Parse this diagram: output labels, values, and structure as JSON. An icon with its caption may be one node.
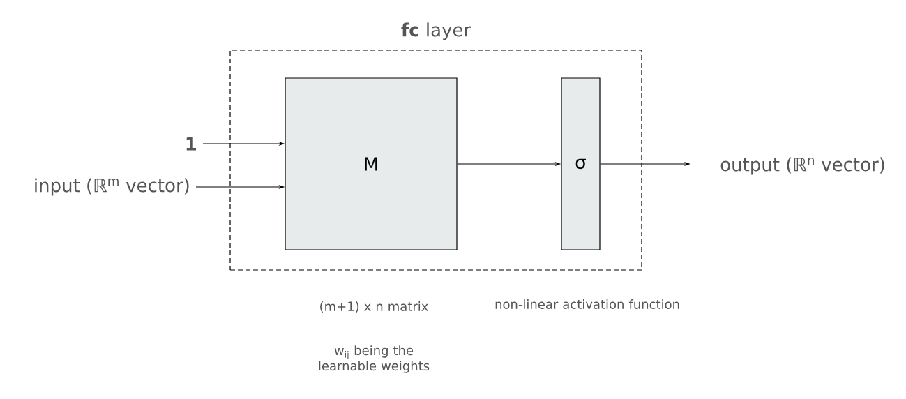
{
  "diagram": {
    "nodes": [
      {
        "text": [
          "**fc** layer"
        ]
      },
      {
        "text": [
          "M"
        ],
        "in": 0,
        "beside": [
          "(m+1) x n matrix",
          "w$_{ij}$ being the learnable weights"
        ]
      },
      {
        "text": [
          "σ"
        ],
        "in": 0,
        "beside": [
          "non-linear activation function"
        ]
      },
      {
        "text": [
          "1"
        ]
      },
      {
        "text": [
          "input  (ℝ$^{m}$ vector)"
        ]
      },
      {
        "text": [
          "output (ℝ$^{n}$ vector)"
        ]
      }
    ],
    "edges": [
      {
        "from": 3,
        "to": 1,
        "arrow": "to"
      },
      {
        "from": 4,
        "to": 1,
        "arrow": "to"
      },
      {
        "from": 1,
        "to": 2,
        "arrow": "to"
      },
      {
        "from": 2,
        "to": 5,
        "arrow": "to"
      }
    ]
  }
}
